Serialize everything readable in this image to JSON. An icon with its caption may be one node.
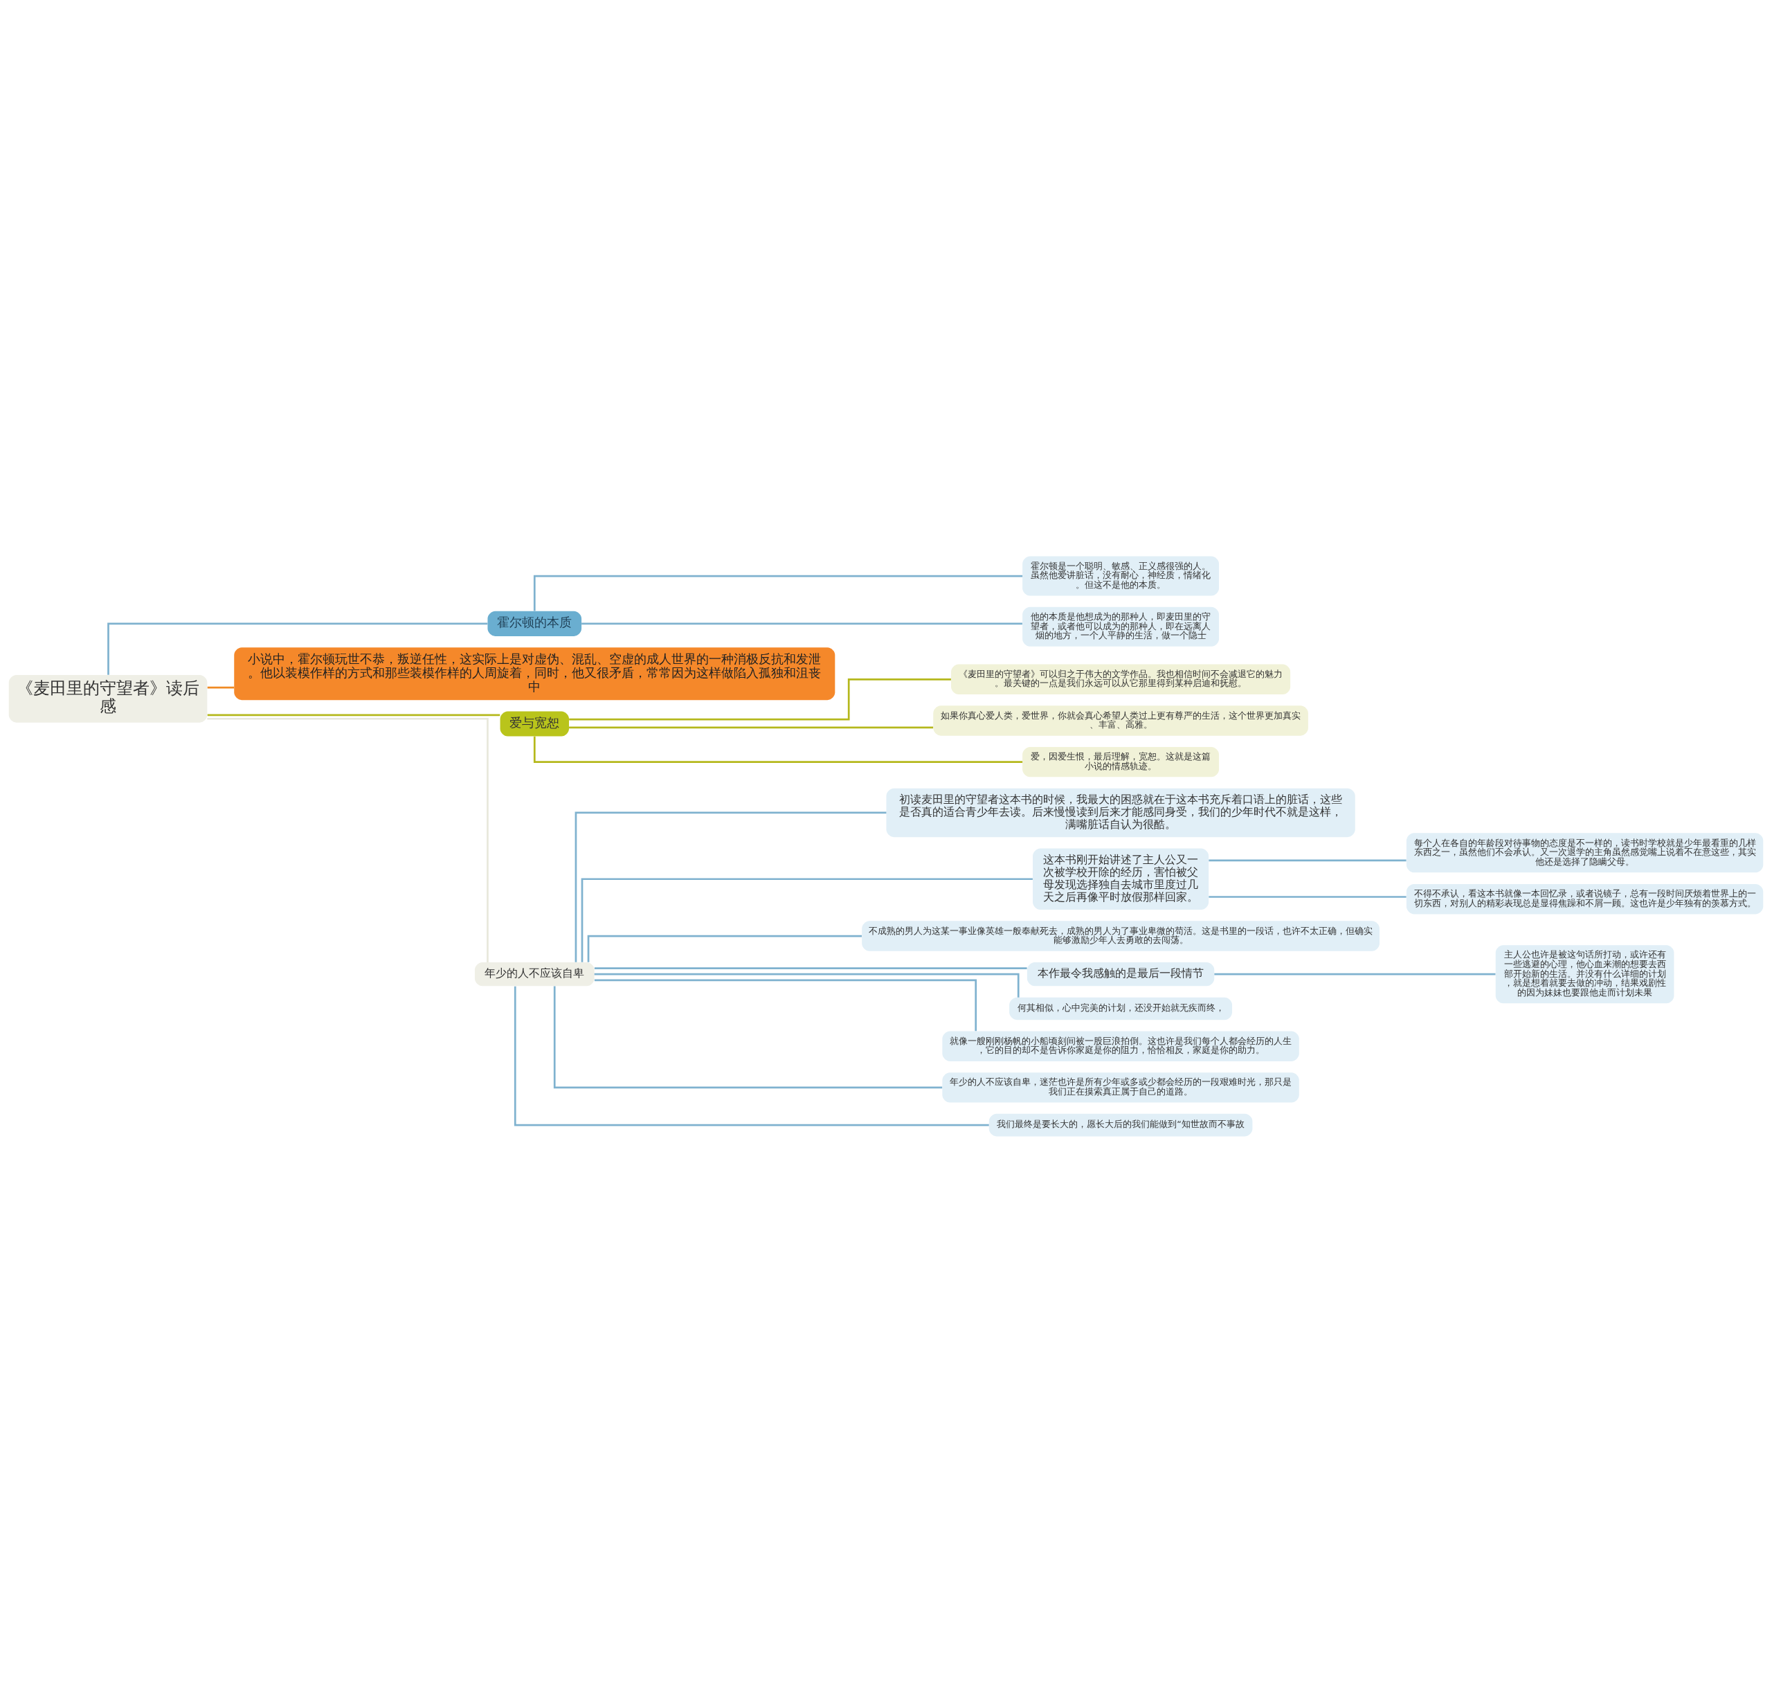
{
  "diagram": {
    "nodes": [
      {
        "text": [
          "《麦田里的守望者》读后感"
        ]
      },
      {
        "text": [
          "霍尔顿的本质"
        ]
      },
      {
        "text": [
          "霍尔顿是一个聪明、敏感、正义感很强的人。虽然他爱讲脏话，没有耐心，神经质，情绪化。但这不是他的本质。"
        ]
      },
      {
        "text": [
          "他的本质是他想成为的那种人，即麦田里的守望者，或者他可以成为的那种人，即在远离人烟的地方，一个人平静的生活，做一个隐士"
        ]
      },
      {
        "text": [
          "小说中，霍尔顿玩世不恭，叛逆任性，这实际上是对虚伪、混乱、空虚的成人世界的一种消极反抗和发泄。他以装模作样的方式和那些装模作样的人周旋着，同时，他又很矛盾，常常因为这样做陷入孤独和沮丧中"
        ]
      },
      {
        "text": [
          "爱与宽恕"
        ]
      },
      {
        "text": [
          "《麦田里的守望者》可以归之于伟大的文学作品。我也相信时间不会减退它的魅力。最关键的一点是我们永远可以从它那里得到某种启迪和抚慰。"
        ]
      },
      {
        "text": [
          "如果你真心爱人类，爱世界，你就会真心希望人类过上更有尊严的生活，这个世界更加真实、丰富、高雅。"
        ]
      },
      {
        "text": [
          "爱，因爱生恨，最后理解，宽恕。这就是这篇小说的情感轨迹。"
        ]
      },
      {
        "text": [
          "年少的人不应该自卑"
        ]
      },
      {
        "text": [
          "初读麦田里的守望者这本书的时候，我最大的困惑就在于这本书充斥着口语上的脏话，这些是否真的适合青少年去读。后来慢慢读到后来才能感同身受，我们的少年时代不就是这样，满嘴脏话自认为很酷。"
        ]
      },
      {
        "text": [
          "这本书刚开始讲述了主人公又一次被学校开除的经历，害怕被父母发现选择独自去城市里度过几天之后再像平时放假那样回家。"
        ]
      },
      {
        "text": [
          "每个人在各自的年龄段对待事物的态度是不一样的，读书时学校就是少年最看重的几样东西之一，虽然他们不会承认。又一次退学的主角虽然感觉嘴上说着不在意这些，其实他还是选择了隐瞒父母。"
        ]
      },
      {
        "text": [
          "不得不承认，看这本书就像一本回忆录，或者说镜子，总有一段时间厌烦着世界上的一切东西，对别人的精彩表现总是显得焦躁和不屑一顾。这也许是少年独有的羡慕方式。"
        ]
      },
      {
        "text": [
          "不成熟的男人为这某一事业像英雄一般奉献死去，成熟的男人为了事业卑微的苟活。这是书里的一段话，也许不太正确，但确实能够激励少年人去勇敢的去闯荡。"
        ]
      },
      {
        "text": [
          "本作最令我感触的是最后一段情节"
        ]
      },
      {
        "text": [
          "主人公也许是被这句话所打动，或许还有一些逃避的心理，他心血来潮的想要去西部开始新的生活。并没有什么详细的计划，就是想着就要去做的冲动，结果戏剧性的因为妹妹也要跟他走而计划未果"
        ]
      },
      {
        "text": [
          "何其相似，心中完美的计划，还没开始就无疾而终，"
        ]
      },
      {
        "text": [
          "就像一艘刚刚杨帆的小船顷刻间被一股巨浪拍倒。这也许是我们每个人都会经历的人生，它的目的却不是告诉你家庭是你的阻力，恰恰相反，家庭是你的助力。"
        ]
      },
      {
        "text": [
          "年少的人不应该自卑，迷茫也许是所有少年或多或少都会经历的一段艰难时光，那只是我们正在摸索真正属于自己的道路。"
        ]
      },
      {
        "text": [
          "我们最终是要长大的，愿长大后的我们能做到“知世故而不事故"
        ]
      }
    ],
    "edges": [
      {
        "from": 0,
        "to": 1,
        "arrow": "none"
      },
      {
        "from": 1,
        "to": 2,
        "arrow": "none"
      },
      {
        "from": 1,
        "to": 3,
        "arrow": "none"
      },
      {
        "from": 0,
        "to": 4,
        "arrow": "none",
        "color": "#f08a24"
      },
      {
        "from": 0,
        "to": 5,
        "arrow": "none",
        "color": "#b5b81c"
      },
      {
        "from": 5,
        "to": 6,
        "arrow": "none",
        "color": "#b5b81c"
      },
      {
        "from": 5,
        "to": 7,
        "arrow": "none",
        "color": "#b5b81c"
      },
      {
        "from": 5,
        "to": 8,
        "arrow": "none",
        "color": "#b5b81c"
      },
      {
        "from": 0,
        "to": 9,
        "arrow": "none",
        "color": "#e8e8dc"
      },
      {
        "from": 9,
        "to": 10,
        "arrow": "none"
      },
      {
        "from": 9,
        "to": 11,
        "arrow": "none"
      },
      {
        "from": 11,
        "to": 12,
        "arrow": "none"
      },
      {
        "from": 11,
        "to": 13,
        "arrow": "none"
      },
      {
        "from": 9,
        "to": 14,
        "arrow": "none"
      },
      {
        "from": 9,
        "to": 15,
        "arrow": "none"
      },
      {
        "from": 15,
        "to": 16,
        "arrow": "none"
      },
      {
        "from": 9,
        "to": 17,
        "arrow": "none"
      },
      {
        "from": 9,
        "to": 18,
        "arrow": "none"
      },
      {
        "from": 9,
        "to": 19,
        "arrow": "none"
      },
      {
        "from": 9,
        "to": 20,
        "arrow": "none"
      }
    ]
  }
}
